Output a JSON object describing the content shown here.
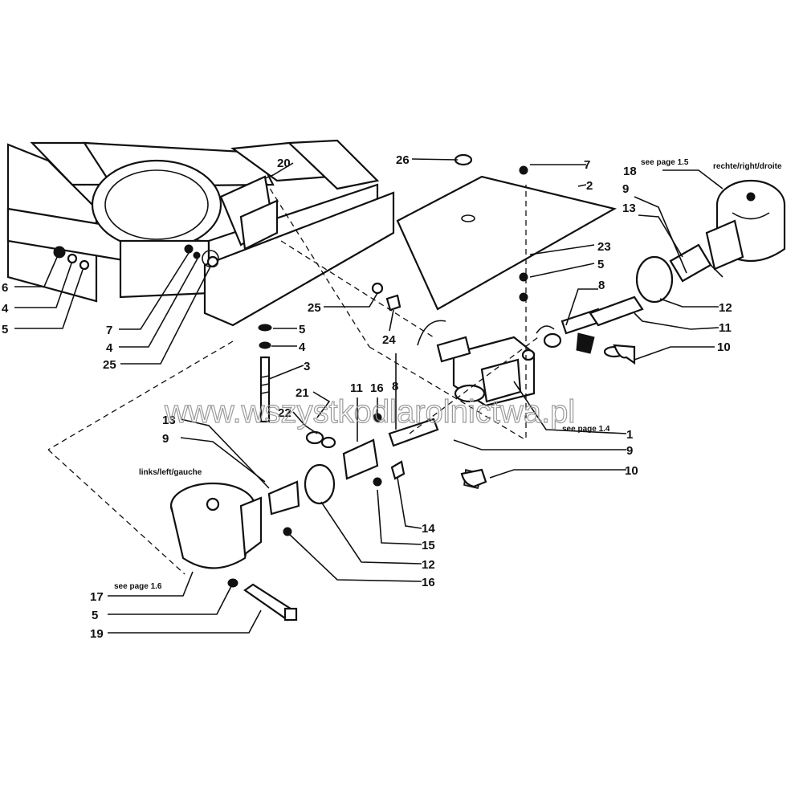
{
  "callouts": {
    "c26": "26",
    "c7a": "7",
    "c2": "2",
    "c20": "20",
    "c18": "18",
    "c9a": "9",
    "c13a": "13",
    "c23": "23",
    "c5a": "5",
    "c8a": "8",
    "c12a": "12",
    "c11a": "11",
    "c10a": "10",
    "c6": "6",
    "c4a": "4",
    "c5b": "5",
    "c7b": "7",
    "c4b": "4",
    "c25a": "25",
    "c25b": "25",
    "c24": "24",
    "c5c": "5",
    "c4c": "4",
    "c3": "3",
    "c1": "1",
    "c21": "21",
    "c22": "22",
    "c13b": "13",
    "c9b": "9",
    "c11b": "11",
    "c16a": "16",
    "c8b": "8",
    "c9c": "9",
    "c10b": "10",
    "c14": "14",
    "c15": "15",
    "c12b": "12",
    "c16b": "16",
    "c17": "17",
    "c5d": "5",
    "c19": "19"
  },
  "notes": {
    "see_page_15": "see page 1.5",
    "right_label": "rechte/right/droite",
    "see_page_14": "see page 1.4",
    "left_label": "links/left/gauche",
    "see_page_16": "see page 1.6"
  },
  "watermark": "www.wszystkodlarolnictwa.pl"
}
